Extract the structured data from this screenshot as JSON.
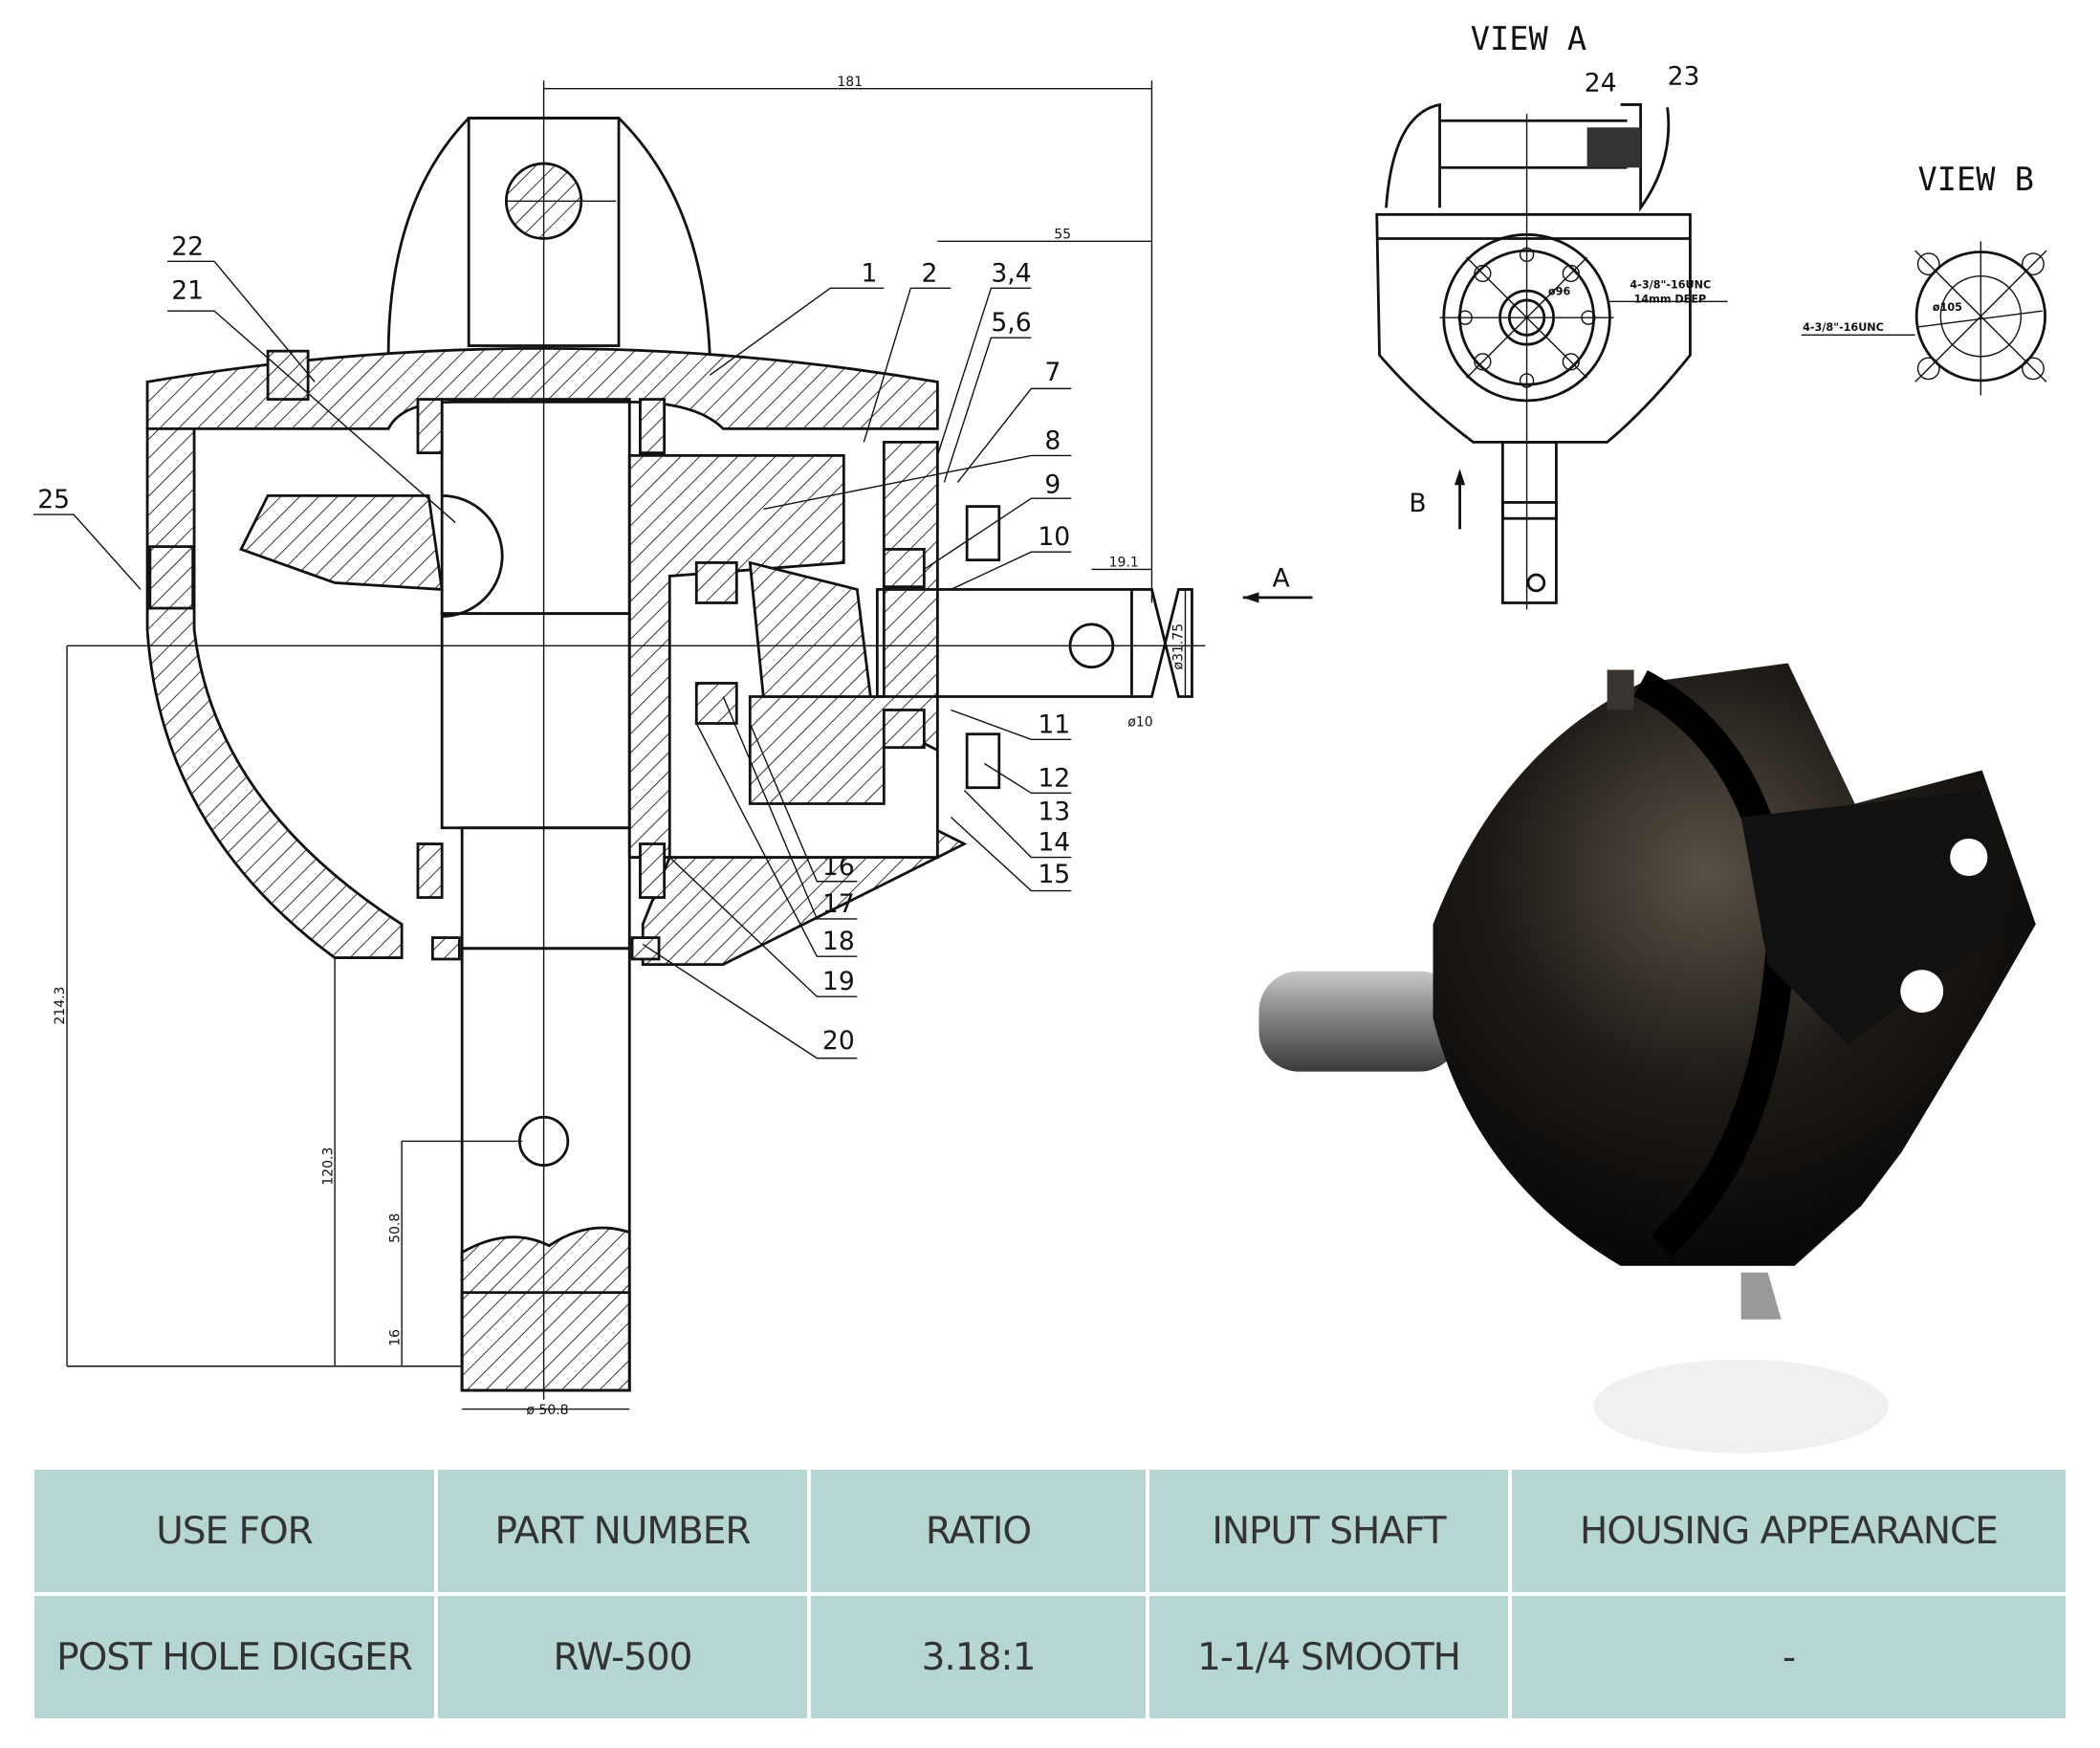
{
  "views": {
    "view_a": "VIEW A",
    "view_b": "VIEW B",
    "arrow_a": "A",
    "arrow_b": "B"
  },
  "part_labels": [
    "1",
    "2",
    "3,4",
    "5,6",
    "7",
    "8",
    "9",
    "10",
    "11",
    "12",
    "13",
    "14",
    "15",
    "16",
    "17",
    "18",
    "19",
    "20",
    "21",
    "22",
    "23",
    "24",
    "25"
  ],
  "dimensions": {
    "overall_width": "181",
    "shaft_offset": "55",
    "pin_offset": "19.1",
    "input_shaft_dia": "ø31.75",
    "pin_dia": "ø10",
    "overall_height": "214.3",
    "output_length": "120.3",
    "output_hole": "50.8",
    "output_end": "16",
    "output_dia": "ø 50.8",
    "view_a_bolt": "4-3/8\"-16UNC",
    "view_a_bolt_depth": "14mm DEEP",
    "view_a_pcd": "ø96",
    "view_b_bolt": "4-3/8\"-16UNC",
    "view_b_pcd": "ø105"
  },
  "table": {
    "headers": [
      "USE FOR",
      "PART NUMBER",
      "RATIO",
      "INPUT SHAFT",
      "HOUSING APPEARANCE"
    ],
    "row": [
      "POST HOLE DIGGER",
      "RW-500",
      "3.18:1",
      "1-1/4 SMOOTH",
      "-"
    ]
  },
  "colors": {
    "table_bg": "#b5d6d2",
    "table_text": "#333333"
  }
}
